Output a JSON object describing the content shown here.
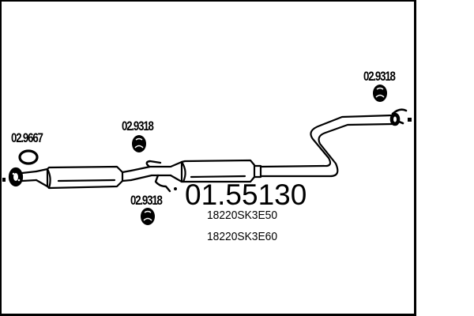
{
  "diagram": {
    "type": "exhaust-system-parts-diagram",
    "main_part_number": "01.55130",
    "oem_numbers": [
      "18220SK3E50",
      "18220SK3E60"
    ],
    "callouts": [
      {
        "label": "02.9667",
        "component": "gasket-ring"
      },
      {
        "label": "02.9318",
        "component": "rubber-hanger",
        "position": "upper-middle"
      },
      {
        "label": "02.9318",
        "component": "rubber-hanger",
        "position": "lower-middle"
      },
      {
        "label": "02.9318",
        "component": "rubber-hanger",
        "position": "upper-right"
      }
    ],
    "components": [
      "front-flange",
      "front-resonator",
      "hanger-bracket",
      "middle-silencer",
      "s-bend-tailpipe",
      "rear-flange"
    ],
    "colors": {
      "line": "#000000",
      "background": "#ffffff"
    }
  }
}
